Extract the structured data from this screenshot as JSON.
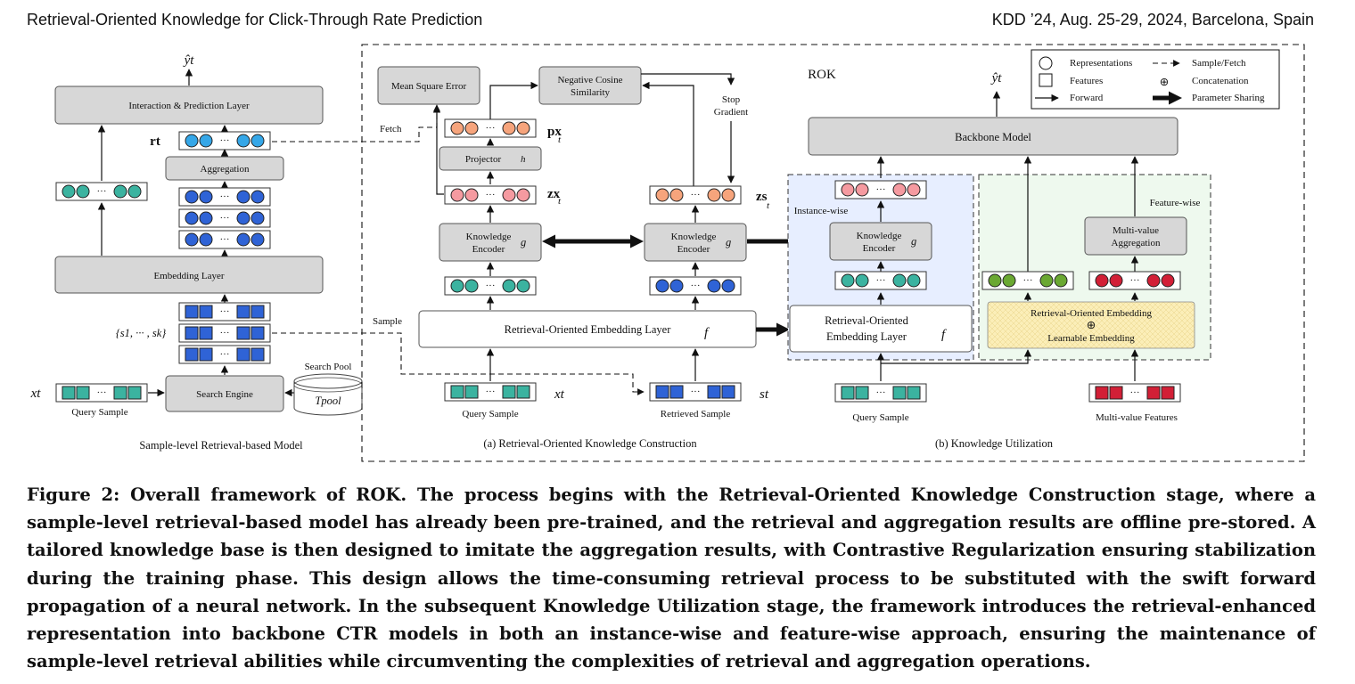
{
  "header": {
    "left": "Retrieval-Oriented Knowledge for Click-Through Rate Prediction",
    "right": "KDD ’24, Aug. 25-29, 2024, Barcelona, Spain"
  },
  "figure": {
    "rok_title": "ROK",
    "left": {
      "y_hat": "ŷt",
      "interaction_layer": "Interaction & Prediction Layer",
      "r_t": "rt",
      "aggregation": "Aggregation",
      "embedding_layer": "Embedding Layer",
      "s_set": "{s1, ··· , sk}",
      "x_t": "xt",
      "query_sample": "Query Sample",
      "search_engine": "Search Engine",
      "search_pool": "Search Pool",
      "t_pool": "Tpool",
      "caption": "Sample-level Retrieval-based Model"
    },
    "a": {
      "mse": "Mean Square Error",
      "ncs_line1": "Negative Cosine",
      "ncs_line2": "Similarity",
      "fetch": "Fetch",
      "stop1": "Stop",
      "stop2": "Gradient",
      "p_x": "px",
      "p_x_sub": "t",
      "projector": "Projector",
      "h": "h",
      "z_x": "zx",
      "z_x_sub": "t",
      "z_s": "zs",
      "z_s_sub": "t",
      "ke1": "Knowledge",
      "ke2": "Encoder",
      "g": "g",
      "sample": "Sample",
      "roel": "Retrieval-Oriented Embedding Layer",
      "f": "f",
      "query_sample": "Query Sample",
      "x_t": "xt",
      "retrieved_sample": "Retrieved Sample",
      "s_t": "st",
      "caption": "(a) Retrieval-Oriented Knowledge Construction"
    },
    "b": {
      "y_hat": "ŷt",
      "backbone": "Backbone Model",
      "instance_wise": "Instance-wise",
      "feature_wise": "Feature-wise",
      "ke1": "Knowledge",
      "ke2": "Encoder",
      "g": "g",
      "mva1": "Multi-value",
      "mva2": "Aggregation",
      "roel1": "Retrieval-Oriented",
      "roel2": "Embedding Layer",
      "f": "f",
      "roe": "Retrieval-Oriented Embedding",
      "plus": "⊕",
      "learnable": "Learnable Embedding",
      "query_sample": "Query Sample",
      "mv_features": "Multi-value Features",
      "caption": "(b) Knowledge Utilization"
    },
    "legend": {
      "representations": "Representations",
      "features": "Features",
      "forward": "Forward",
      "sample_fetch": "Sample/Fetch",
      "concatenation": "Concatenation",
      "param_sharing": "Parameter Sharing"
    },
    "colors": {
      "teal": "#3bb3a0",
      "blue": "#2f63d6",
      "sky": "#35a7e8",
      "salmon": "#f6a47c",
      "pink": "#f59aa0",
      "green": "#6aa832",
      "red": "#d21f36",
      "box_gray": "#d7d7d7",
      "instance_bg": "#e7eeff",
      "feature_bg": "#eef9ee"
    }
  },
  "caption": "Figure 2: Overall framework of ROK. The process begins with the Retrieval-Oriented Knowledge Construction stage, where a sample-level retrieval-based model has already been pre-trained, and the retrieval and aggregation results are offline pre-stored. A tailored knowledge base is then designed to imitate the aggregation results, with Contrastive Regularization ensuring stabilization during the training phase. This design allows the time-consuming retrieval process to be substituted with the swift forward propagation of a neural network. In the subsequent Knowledge Utilization stage, the framework introduces the retrieval-enhanced representation into backbone CTR models in both an instance-wise and feature-wise approach, ensuring the maintenance of sample-level retrieval abilities while circumventing the complexities of retrieval and aggregation operations."
}
